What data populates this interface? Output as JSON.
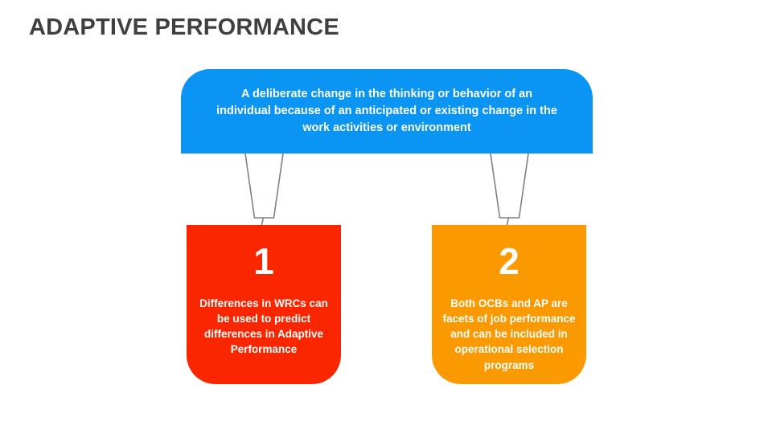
{
  "slide": {
    "title": "ADAPTIVE PERFORMANCE",
    "background_color": "#ffffff",
    "title_color": "#3f3f3f"
  },
  "diagram": {
    "type": "hierarchy",
    "top_node": {
      "text": "A deliberate change in the thinking or behavior of an individual because of an anticipated or existing change in the work activities or environment",
      "color": "#0a95f5",
      "text_color": "#ffffff"
    },
    "branches": [
      {
        "number": "1",
        "text": "Differences in WRCs can be used to predict differences in Adaptive Performance",
        "color": "#fa2600",
        "text_color": "#ffffff"
      },
      {
        "number": "2",
        "text": "Both OCBs and AP are facets of job performance and can be included in operational selection programs",
        "color": "#fb9a00",
        "text_color": "#ffffff"
      }
    ],
    "connectors": {
      "stroke_color": "#808080",
      "fill": "none",
      "shape": "tapered-funnel"
    }
  }
}
